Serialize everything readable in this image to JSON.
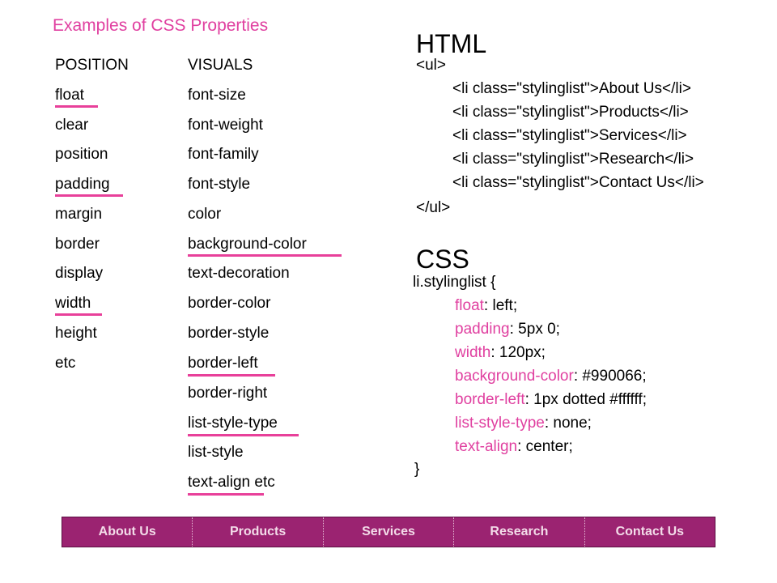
{
  "subtitle": "Examples of CSS Properties",
  "position_col": {
    "heading": "POSITION",
    "items": [
      "float",
      "clear",
      "position",
      "padding",
      "margin",
      "border",
      "display",
      "width",
      "height",
      "etc"
    ]
  },
  "visuals_col": {
    "heading": "VISUALS",
    "items": [
      "font-size",
      "font-weight",
      "font-family",
      "font-style",
      "color",
      "background-color",
      "text-decoration",
      "border-color",
      "border-style",
      "border-left",
      "border-right",
      "list-style-type",
      "list-style",
      "text-align etc"
    ]
  },
  "html_section": {
    "title": "HTML",
    "ul_open": "<ul>",
    "li_prefix": "<li class=\"stylinglist\">",
    "li_suffix": "</li>",
    "items": [
      "About Us",
      "Products",
      "Services",
      "Research",
      "Contact Us"
    ],
    "ul_close": "</ul>"
  },
  "css_section": {
    "title": "CSS",
    "selector": "li.stylinglist {",
    "rules": [
      {
        "prop": "float",
        "value": ": left;"
      },
      {
        "prop": "padding",
        "value": ": 5px 0;"
      },
      {
        "prop": "width",
        "value": ": 120px;"
      },
      {
        "prop": "background-color",
        "value": ": #990066;"
      },
      {
        "prop": "border-left",
        "value": ": 1px dotted #ffffff;"
      },
      {
        "prop": "list-style-type",
        "value": ": none;"
      },
      {
        "prop": "text-align",
        "value": ": center;"
      }
    ],
    "close": "}"
  },
  "nav": {
    "items": [
      "About Us",
      "Products",
      "Services",
      "Research",
      "Contact Us"
    ]
  },
  "colors": {
    "accent": "#e040a0",
    "underline": "#e8409a",
    "nav_bg": "#9b2371",
    "nav_text": "#f3dce9"
  }
}
